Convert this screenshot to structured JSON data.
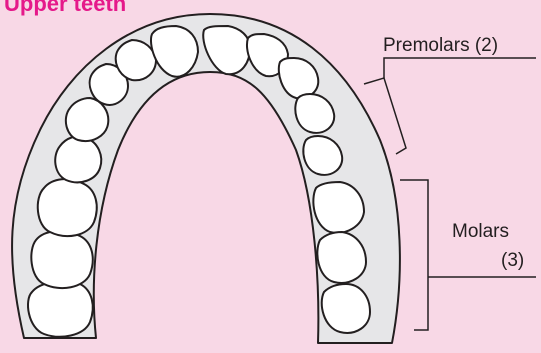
{
  "title": "Upper teeth",
  "callouts": {
    "premolars": "Premolars (2)",
    "molars_line1": "Molars",
    "molars_line2": "(3)"
  },
  "colors": {
    "background": "#f8d8e6",
    "title": "#e5198a",
    "gum": "#e6e6e8",
    "outline": "#231f20",
    "tooth_fill": "#ffffff"
  }
}
